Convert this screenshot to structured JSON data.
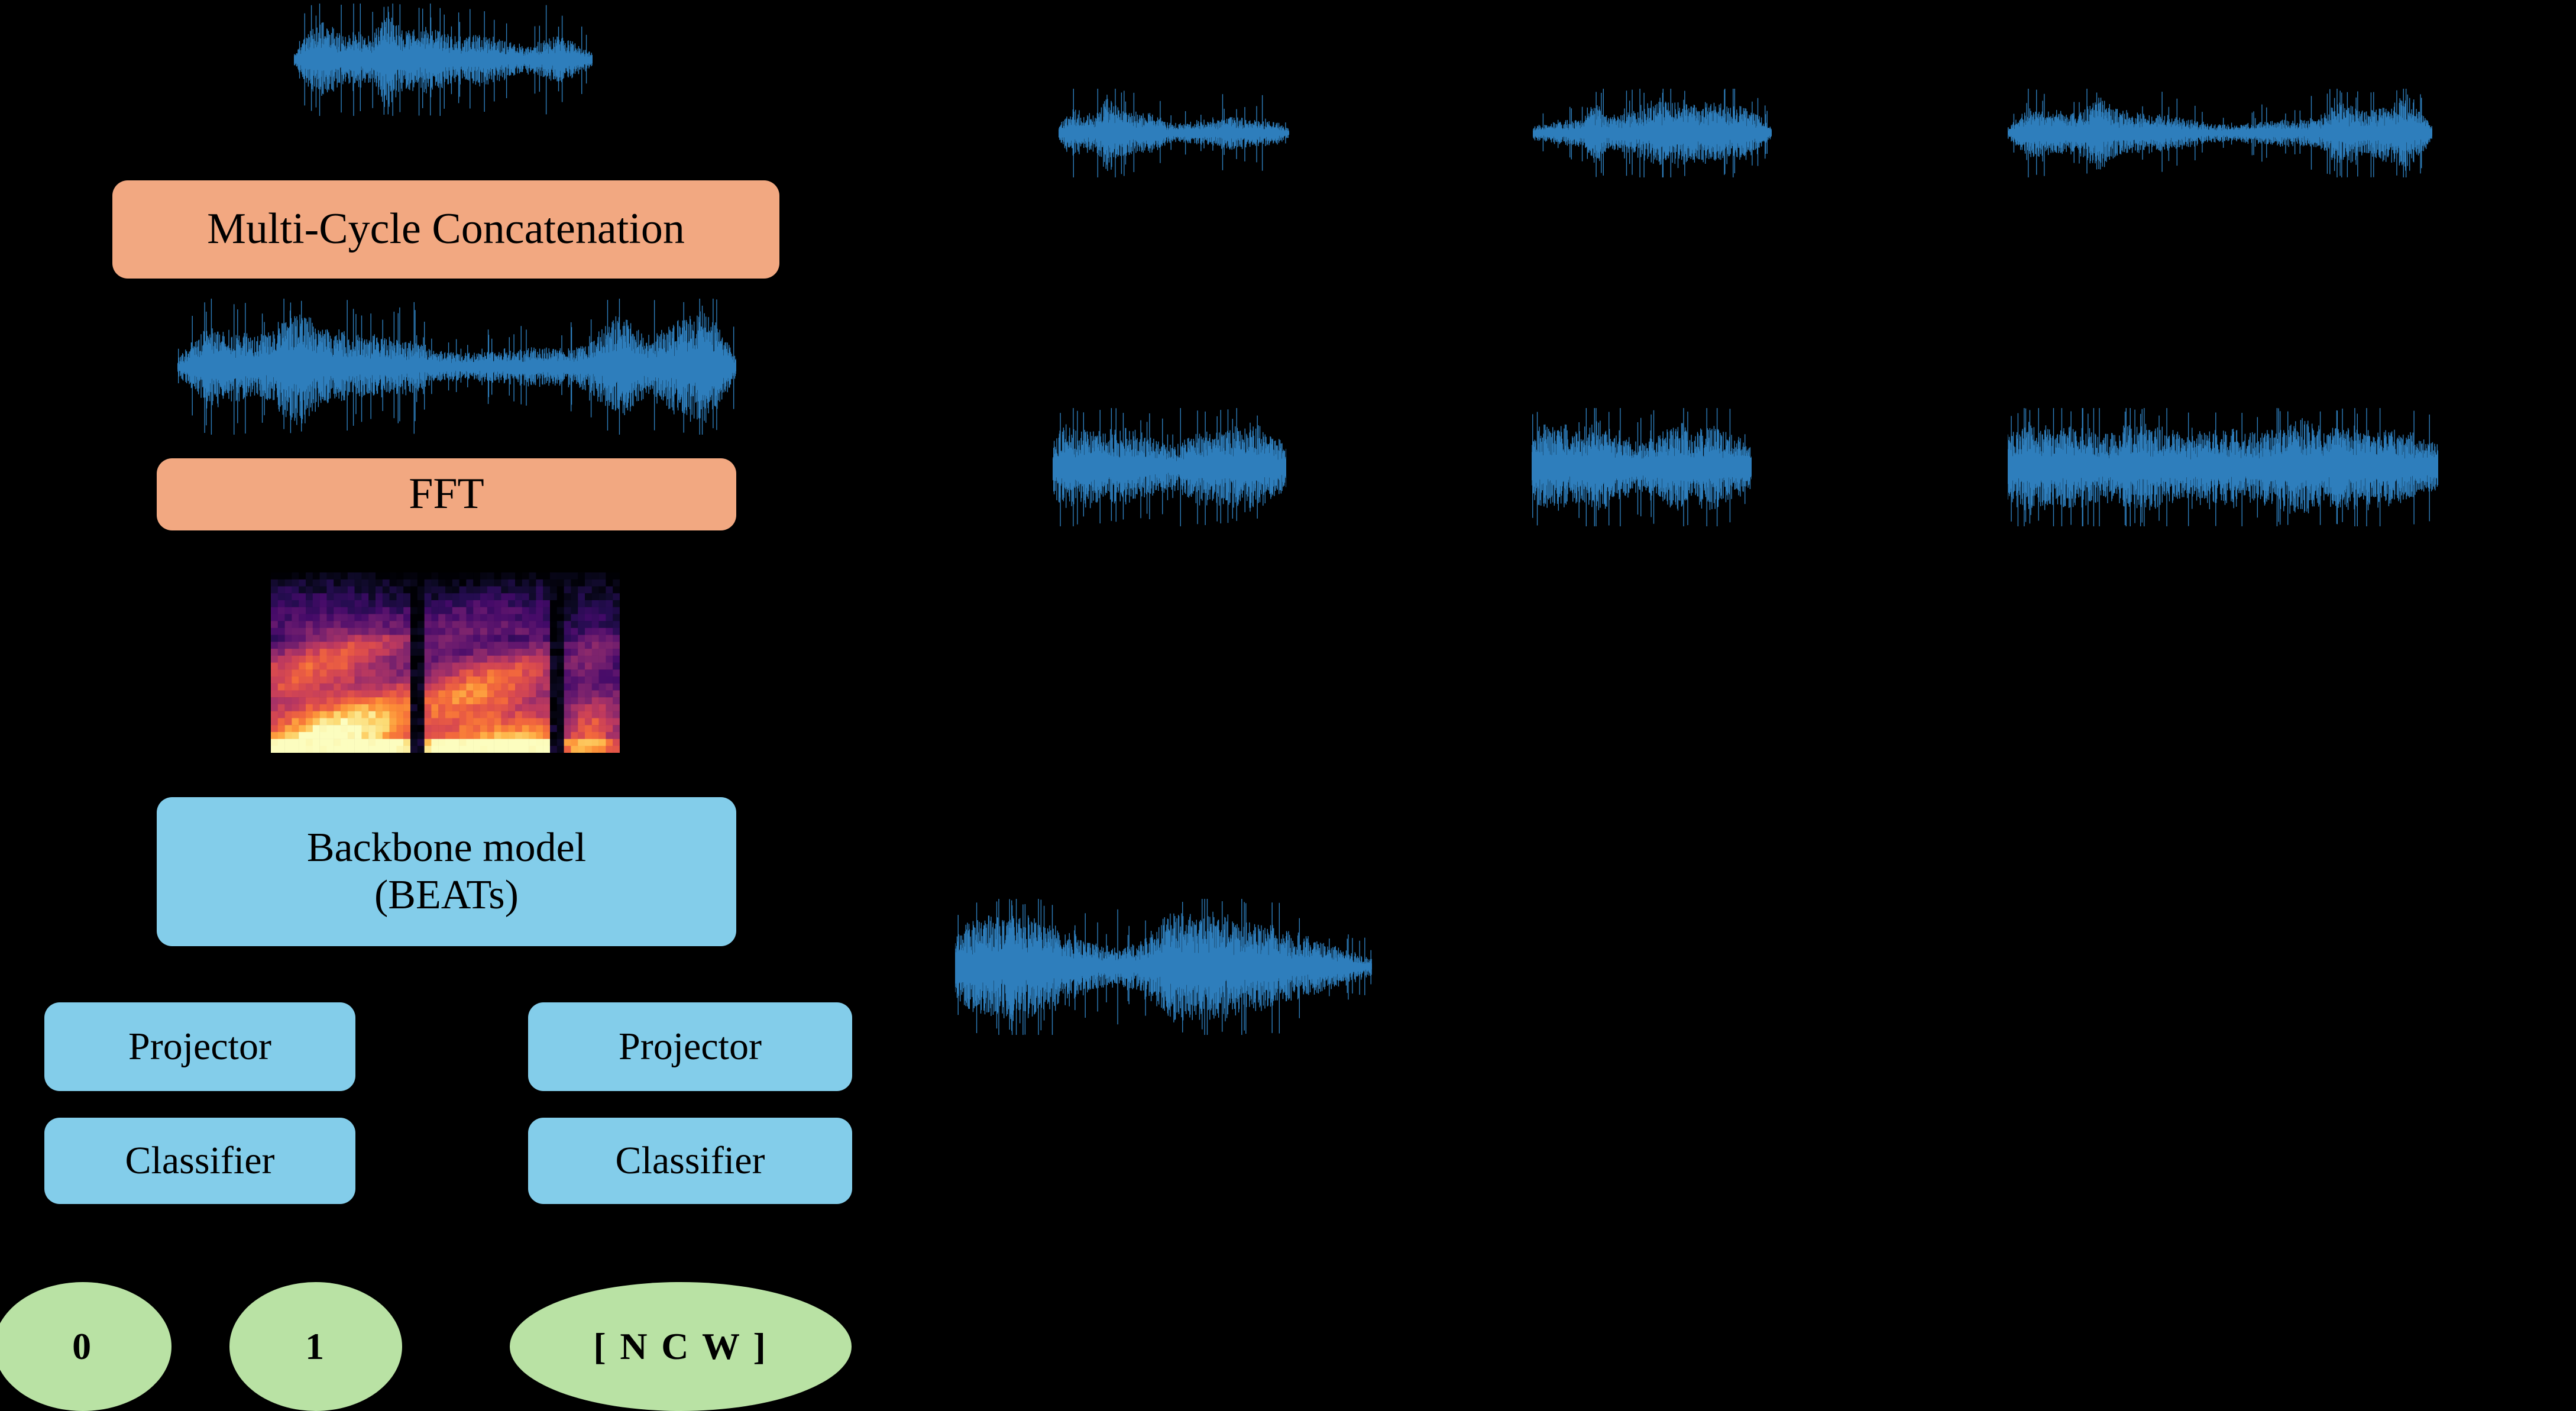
{
  "figure": {
    "background_color": "#000000",
    "accent_orange": "#f2a881",
    "accent_blue": "#83cdea",
    "accent_green": "#b9e2a4",
    "waveform_color": "#2e7ebc",
    "spectrogram_colormap": "magma"
  },
  "pipeline": {
    "blocks": [
      {
        "id": "multi-cycle-concatenation",
        "label": "Multi-Cycle Concatenation",
        "style": "orange"
      },
      {
        "id": "fft",
        "label": "FFT",
        "style": "orange"
      },
      {
        "id": "backbone-model",
        "label_line1": "Backbone model",
        "label_line2": "(BEATs)",
        "style": "blue"
      }
    ],
    "heads": [
      {
        "id": "head-left",
        "projector_label": "Projector",
        "classifier_label": "Classifier"
      },
      {
        "id": "head-right",
        "projector_label": "Projector",
        "classifier_label": "Classifier"
      }
    ],
    "outputs": [
      {
        "id": "output-0",
        "label": "0"
      },
      {
        "id": "output-1",
        "label": "1"
      },
      {
        "id": "output-ncw",
        "label": "[ N C W ]"
      }
    ]
  },
  "signals": {
    "input_waveform": {
      "id": "input-waveform",
      "description": "single-cycle audio waveform"
    },
    "concatenated_waveform": {
      "id": "concatenated-waveform",
      "description": "multi-cycle concatenated audio waveform"
    },
    "spectrogram": {
      "id": "mel-spectrogram",
      "description": "mel spectrogram of concatenated audio"
    },
    "sample_waveforms": [
      {
        "id": "sample-waveform-r1c1",
        "row": 1,
        "col": 1
      },
      {
        "id": "sample-waveform-r1c2",
        "row": 1,
        "col": 2
      },
      {
        "id": "sample-waveform-r1c3",
        "row": 1,
        "col": 3
      },
      {
        "id": "sample-waveform-r2c1",
        "row": 2,
        "col": 1
      },
      {
        "id": "sample-waveform-r2c2",
        "row": 2,
        "col": 2
      },
      {
        "id": "sample-waveform-r2c3",
        "row": 2,
        "col": 3
      },
      {
        "id": "sample-waveform-r3c1",
        "row": 3,
        "col": 1
      }
    ]
  },
  "chart_data": {
    "type": "line",
    "title": "",
    "xlabel": "",
    "ylabel": "",
    "grid": false,
    "legend": null,
    "series": [
      {
        "name": "input-waveform",
        "seed": 11,
        "envelope": [
          0.1,
          0.55,
          0.72,
          0.48,
          0.6,
          0.45,
          0.95,
          0.52,
          0.62,
          0.55,
          0.48,
          0.42,
          0.5,
          0.4,
          0.3,
          0.26,
          0.38,
          0.44,
          0.3,
          0.12
        ]
      },
      {
        "name": "concatenated-waveform",
        "seed": 23,
        "envelope": [
          0.12,
          0.62,
          0.52,
          0.48,
          0.95,
          0.58,
          0.5,
          0.46,
          0.4,
          0.22,
          0.2,
          0.26,
          0.3,
          0.28,
          0.36,
          0.82,
          0.46,
          0.72,
          0.88,
          0.2
        ]
      },
      {
        "name": "sample-waveform-r1c1",
        "seed": 31,
        "envelope": [
          0.14,
          0.58,
          0.5,
          0.42,
          0.95,
          0.56,
          0.48,
          0.5,
          0.44,
          0.24,
          0.22,
          0.26,
          0.34,
          0.3,
          0.4,
          0.38,
          0.3,
          0.34,
          0.26,
          0.1
        ]
      },
      {
        "name": "sample-waveform-r1c2",
        "seed": 37,
        "envelope": [
          0.16,
          0.22,
          0.26,
          0.32,
          0.3,
          0.76,
          0.4,
          0.44,
          0.52,
          0.68,
          0.82,
          0.74,
          0.86,
          0.7,
          0.78,
          0.66,
          0.72,
          0.6,
          0.44,
          0.14
        ]
      },
      {
        "name": "sample-waveform-r1c3",
        "seed": 41,
        "envelope": [
          0.14,
          0.6,
          0.52,
          0.46,
          0.92,
          0.54,
          0.46,
          0.44,
          0.36,
          0.22,
          0.2,
          0.26,
          0.32,
          0.3,
          0.4,
          0.8,
          0.48,
          0.74,
          0.86,
          0.22
        ]
      },
      {
        "name": "sample-waveform-r2c1",
        "seed": 53,
        "envelope": [
          0.55,
          0.78,
          0.62,
          0.7,
          0.58,
          0.66,
          0.72,
          0.6,
          0.5,
          0.44,
          0.4,
          0.52,
          0.66,
          0.74,
          0.62,
          0.7,
          0.8,
          0.66,
          0.58,
          0.4
        ]
      },
      {
        "name": "sample-waveform-r2c2",
        "seed": 59,
        "envelope": [
          0.62,
          0.82,
          0.7,
          0.76,
          0.64,
          0.72,
          0.8,
          0.68,
          0.56,
          0.5,
          0.46,
          0.58,
          0.7,
          0.78,
          0.66,
          0.74,
          0.7,
          0.6,
          0.52,
          0.36
        ]
      },
      {
        "name": "sample-waveform-r2c3",
        "seed": 67,
        "envelope": [
          0.58,
          0.8,
          0.66,
          0.74,
          0.6,
          0.7,
          0.78,
          0.66,
          0.54,
          0.72,
          0.68,
          0.6,
          0.74,
          0.82,
          0.7,
          0.76,
          0.72,
          0.64,
          0.56,
          0.38
        ]
      },
      {
        "name": "sample-waveform-r3c1",
        "seed": 71,
        "envelope": [
          0.45,
          0.82,
          0.74,
          0.86,
          0.7,
          0.62,
          0.4,
          0.3,
          0.34,
          0.56,
          0.88,
          0.76,
          0.84,
          0.72,
          0.66,
          0.58,
          0.46,
          0.34,
          0.26,
          0.12
        ]
      }
    ],
    "spectrogram": {
      "type": "heatmap",
      "colormap": "magma",
      "rows": 26,
      "cols": 50,
      "description": "mel spectrogram, low frequencies bright (yellow/orange), high frequencies dark"
    }
  }
}
